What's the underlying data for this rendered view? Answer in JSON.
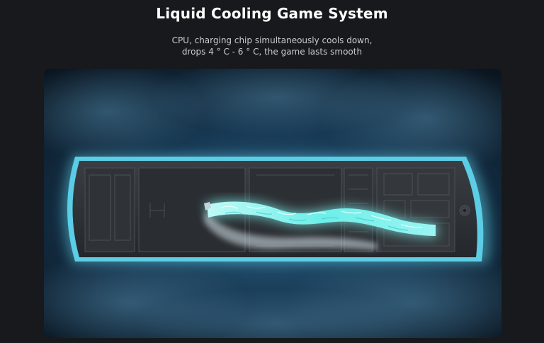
{
  "header": {
    "title": "Liquid Cooling Game System",
    "subtitle_line1": "CPU, charging chip simultaneously cools down,",
    "subtitle_line2": "drops 4 ° C - 6 ° C, the game lasts smooth"
  },
  "colors": {
    "background": "#17191c",
    "title": "#ffffff",
    "subtitle": "#c9ccd0",
    "panel_dark": "#0e1a27",
    "panel_glow": "#2a5a7a",
    "phone_edge": "#5fd6ec",
    "phone_body": "#2b2e32",
    "coolant": "#7ff3f0"
  },
  "illustration": {
    "subject": "phone-cutaway",
    "icon": "heat-pipe-icon"
  }
}
